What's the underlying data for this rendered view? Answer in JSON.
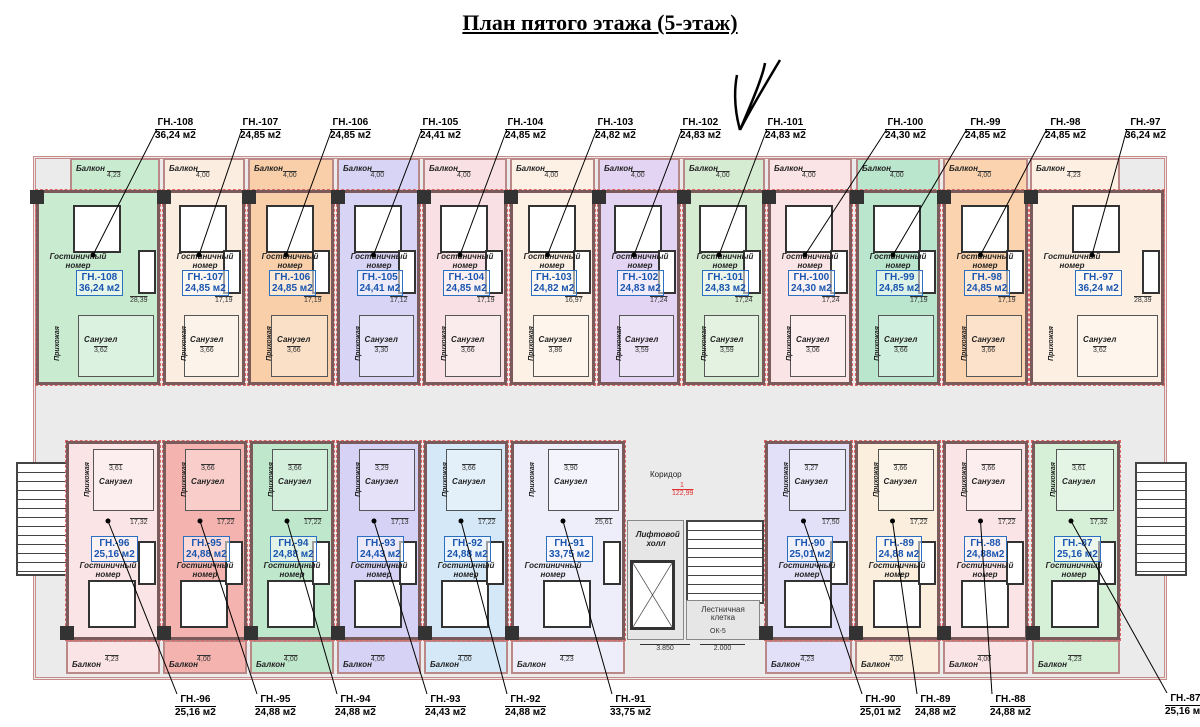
{
  "title": "План пятого этажа (5-этаж)",
  "labels": {
    "balcony": "Балкон",
    "room": "Гостиничный номер",
    "bath": "Санузел",
    "hall": "Прихожая"
  },
  "top_units": [
    {
      "id": "ГН.-108",
      "area": "36,24 м2",
      "balcony": "4,23",
      "living": "28,39",
      "bath": "3,62",
      "color": "#c9ecd0"
    },
    {
      "id": "ГН.-107",
      "area": "24,85 м2",
      "balcony": "4,00",
      "living": "17,19",
      "bath": "3,66",
      "color": "#fbeee0"
    },
    {
      "id": "ГН.-106",
      "area": "24,85 м2",
      "balcony": "4,00",
      "living": "17,19",
      "bath": "3,66",
      "color": "#f8cfa8"
    },
    {
      "id": "ГН.-105",
      "area": "24,41 м2",
      "balcony": "4,00",
      "living": "17,12",
      "bath": "3,30",
      "color": "#d8d4f5"
    },
    {
      "id": "ГН.-104",
      "area": "24,85 м2",
      "balcony": "4,00",
      "living": "17,19",
      "bath": "3,66",
      "color": "#f8e0e4"
    },
    {
      "id": "ГН.-103",
      "area": "24,82 м2",
      "balcony": "4,00",
      "living": "16,97",
      "bath": "3,86",
      "color": "#fdf0e4"
    },
    {
      "id": "ГН.-102",
      "area": "24,83 м2",
      "balcony": "4,00",
      "living": "17,24",
      "bath": "3,59",
      "color": "#e3d4f3"
    },
    {
      "id": "ГН.-101",
      "area": "24,83 м2",
      "balcony": "4,00",
      "living": "17,24",
      "bath": "3,59",
      "color": "#d6ecd2"
    },
    {
      "id": "ГН.-100",
      "area": "24,30 м2",
      "balcony": "4,00",
      "living": "17,24",
      "bath": "3,06",
      "color": "#fbe4e6"
    },
    {
      "id": "ГН.-99",
      "area": "24,85 м2",
      "balcony": "4,00",
      "living": "17,19",
      "bath": "3,66",
      "color": "#b9e6cc"
    },
    {
      "id": "ГН.-98",
      "area": "24,85 м2",
      "balcony": "4,00",
      "living": "17,19",
      "bath": "3,66",
      "color": "#fbd3ae"
    },
    {
      "id": "ГН.-97",
      "area": "36,24 м2",
      "balcony": "4,23",
      "living": "28,39",
      "bath": "3,62",
      "color": "#fdf0e2"
    }
  ],
  "bottom_units": [
    {
      "id": "ГН.-96",
      "area": "25,16 м2",
      "balcony": "4,23",
      "living": "17,32",
      "bath": "3,61",
      "color": "#fbe4e6"
    },
    {
      "id": "ГН.-95",
      "area": "24,88 м2",
      "balcony": "4,00",
      "living": "17,22",
      "bath": "3,66",
      "color": "#f4b3ae"
    },
    {
      "id": "ГН.-94",
      "area": "24,88 м2",
      "balcony": "4,00",
      "living": "17,22",
      "bath": "3,66",
      "color": "#bfe7cb"
    },
    {
      "id": "ГН.-93",
      "area": "24,43 м2",
      "balcony": "4,00",
      "living": "17,13",
      "bath": "3,29",
      "color": "#d6d2f5"
    },
    {
      "id": "ГН.-92",
      "area": "24,88 м2",
      "balcony": "4,00",
      "living": "17,22",
      "bath": "3,66",
      "color": "#d4e8f8"
    },
    {
      "id": "ГН.-91",
      "area": "33,75 м2",
      "balcony": "4,23",
      "living": "25,61",
      "bath": "3,90",
      "color": "#eeeefa"
    },
    {
      "id": "ГН.-90",
      "area": "25,01 м2",
      "balcony": "4,23",
      "living": "17,50",
      "bath": "3,27",
      "color": "#e2e0f8"
    },
    {
      "id": "ГН.-89",
      "area": "24,88 м2",
      "balcony": "4,00",
      "living": "17,22",
      "bath": "3,66",
      "color": "#fbeedd"
    },
    {
      "id": "ГН.-88",
      "area": "24,88м2",
      "ext_area": "24,88 м2",
      "balcony": "4,00",
      "living": "17,22",
      "bath": "3,66",
      "color": "#fbe4e6"
    },
    {
      "id": "ГН.-87",
      "area": "25,16 м2",
      "balcony": "4,23",
      "living": "17,32",
      "bath": "3,61",
      "color": "#d6f0d8"
    }
  ],
  "corridor": {
    "name": "Коридор",
    "index": "1",
    "area": "122,99",
    "area_color": "#e03030"
  },
  "lift_hall": "Лифтовой холл",
  "stair": {
    "name": "Лестничная клетка",
    "code": "ОК-5"
  },
  "dimensions": [
    "3.850",
    "2.000"
  ]
}
